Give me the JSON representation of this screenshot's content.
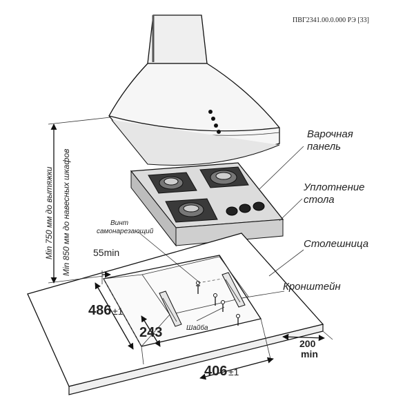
{
  "document": {
    "code": "ПВГ2341.00.0.000 РЭ [33]"
  },
  "labels": {
    "hob": [
      "Варочная",
      "панель"
    ],
    "seal": [
      "Уплотнение",
      "стола"
    ],
    "worktop": "Столешница",
    "bracket": "Кронштейн",
    "screw": [
      "Винт",
      "самонарезающий"
    ],
    "washer": "Шайба",
    "height_min_hood": "Min 750 мм до вытяжки",
    "height_min_cabinets": "Min 850 мм до навесных шкафов"
  },
  "dimensions": {
    "gap_min": "55min",
    "cutout_depth": "486",
    "half_depth": "243",
    "cutout_width": "406",
    "tolerance": "±1",
    "side_clearance": [
      "200",
      "min"
    ]
  },
  "colors": {
    "line": "#111111",
    "shade_light": "#d9d9d9",
    "shade_dark": "#8a8a8a",
    "background": "#ffffff"
  }
}
